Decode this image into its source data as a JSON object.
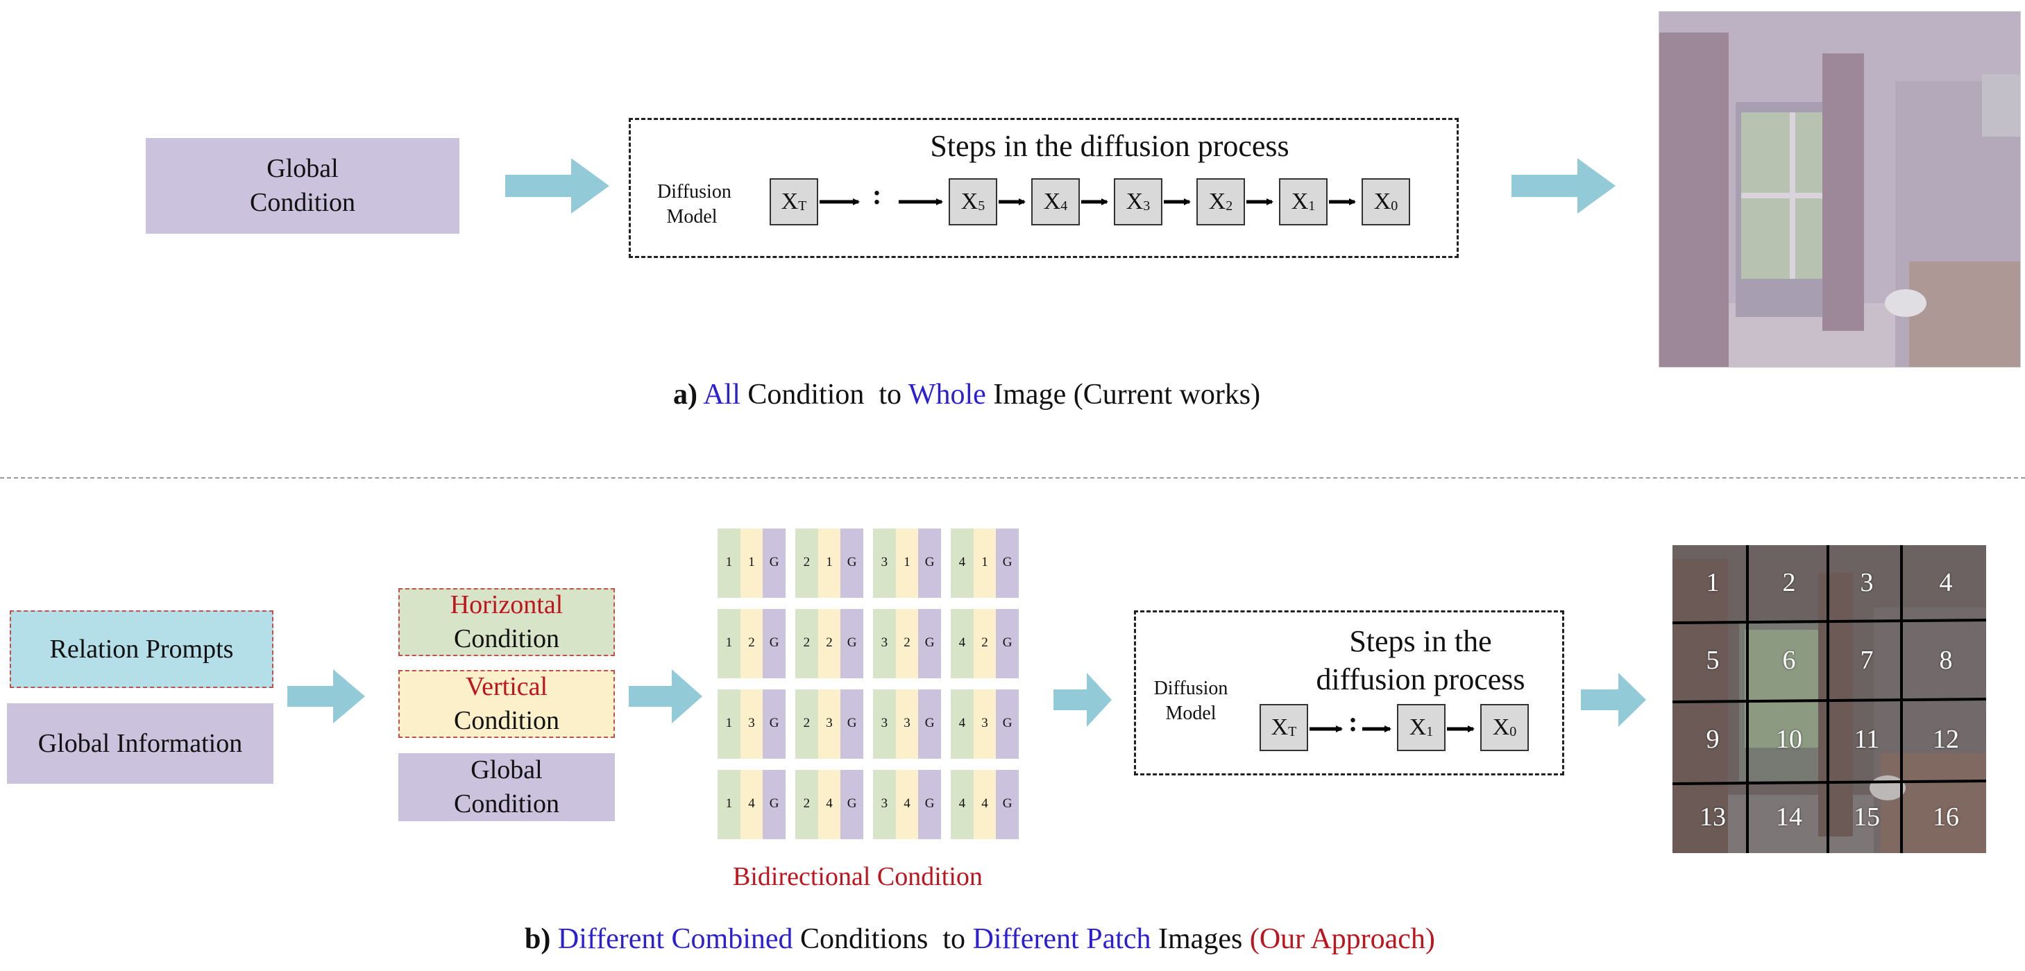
{
  "panel_a": {
    "global_condition": "Global\nCondition",
    "diffusion": {
      "title": "Steps in the diffusion process",
      "model_label": "Diffusion\nModel",
      "steps": [
        {
          "base": "X",
          "sub": "T"
        },
        {
          "base": ":",
          "sub": ""
        },
        {
          "base": "X",
          "sub": "5"
        },
        {
          "base": "X",
          "sub": "4"
        },
        {
          "base": "X",
          "sub": "3"
        },
        {
          "base": "X",
          "sub": "2"
        },
        {
          "base": "X",
          "sub": "1"
        },
        {
          "base": "X",
          "sub": "0"
        }
      ]
    },
    "caption": {
      "prefix": "a)",
      "w1": "All",
      "w2": "Condition  to",
      "w3": "Whole",
      "w4": "Image (Current works)"
    }
  },
  "panel_b": {
    "relation_prompts": "Relation Prompts",
    "global_information": "Global Information",
    "horizontal": {
      "title": "Horizontal",
      "sub": "Condition"
    },
    "vertical": {
      "title": "Vertical",
      "sub": "Condition"
    },
    "global_condition": "Global\nCondition",
    "grid_label": "Bidirectional Condition",
    "grid": [
      [
        [
          "1",
          "1",
          "G"
        ],
        [
          "2",
          "1",
          "G"
        ],
        [
          "3",
          "1",
          "G"
        ],
        [
          "4",
          "1",
          "G"
        ]
      ],
      [
        [
          "1",
          "2",
          "G"
        ],
        [
          "2",
          "2",
          "G"
        ],
        [
          "3",
          "2",
          "G"
        ],
        [
          "4",
          "2",
          "G"
        ]
      ],
      [
        [
          "1",
          "3",
          "G"
        ],
        [
          "2",
          "3",
          "G"
        ],
        [
          "3",
          "3",
          "G"
        ],
        [
          "4",
          "3",
          "G"
        ]
      ],
      [
        [
          "1",
          "4",
          "G"
        ],
        [
          "2",
          "4",
          "G"
        ],
        [
          "3",
          "4",
          "G"
        ],
        [
          "4",
          "4",
          "G"
        ]
      ]
    ],
    "diffusion": {
      "title": "Steps in the\ndiffusion process",
      "model_label": "Diffusion\nModel",
      "steps": [
        {
          "base": "X",
          "sub": "T"
        },
        {
          "base": ":",
          "sub": ""
        },
        {
          "base": "X",
          "sub": "1"
        },
        {
          "base": "X",
          "sub": "0"
        }
      ]
    },
    "patch_numbers": [
      "1",
      "2",
      "3",
      "4",
      "5",
      "6",
      "7",
      "8",
      "9",
      "10",
      "11",
      "12",
      "13",
      "14",
      "15",
      "16"
    ],
    "caption": {
      "prefix": "b)",
      "w1": "Different Combined",
      "w2": "Conditions  to",
      "w3": "Different Patch",
      "w4": "Images",
      "w5": "(Our Approach)"
    }
  },
  "colors": {
    "arrow": "#92cbd7",
    "purple": "#cbc2dd",
    "green": "#d7e4c8",
    "yellow": "#fcf0cb",
    "light_blue": "#b5dfe8",
    "red": "#c0141c",
    "blue": "#2b1fd6"
  }
}
